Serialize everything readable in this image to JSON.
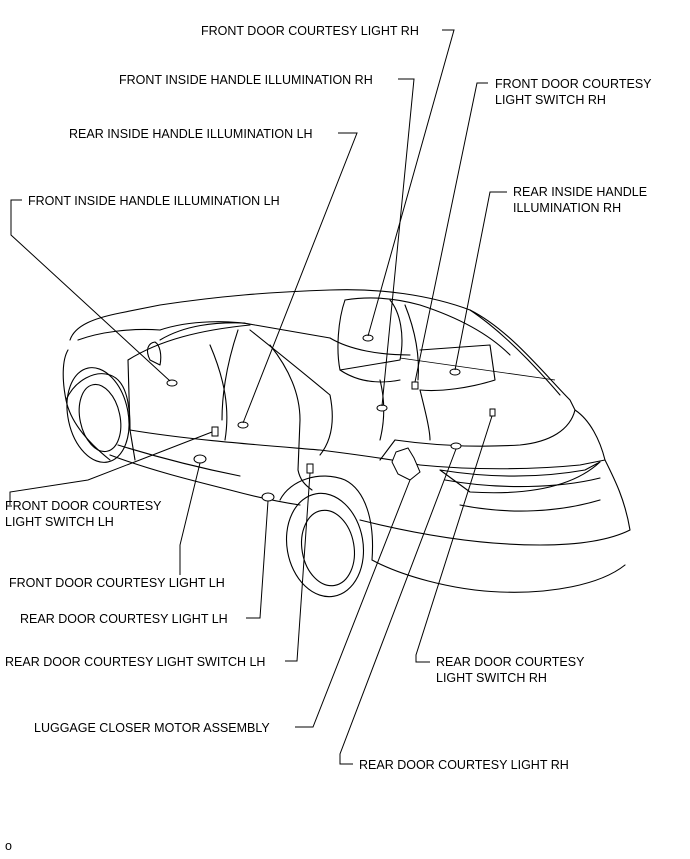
{
  "labels": {
    "front_door_courtesy_light_rh": "FRONT DOOR COURTESY LIGHT RH",
    "front_inside_handle_illumination_rh": "FRONT INSIDE HANDLE ILLUMINATION RH",
    "front_door_courtesy_light_switch_rh": [
      "FRONT DOOR COURTESY",
      "LIGHT SWITCH RH"
    ],
    "rear_inside_handle_illumination_lh": "REAR INSIDE HANDLE ILLUMINATION LH",
    "front_inside_handle_illumination_lh": "FRONT INSIDE HANDLE ILLUMINATION LH",
    "rear_inside_handle_illumination_rh": [
      "REAR INSIDE HANDLE",
      "ILLUMINATION RH"
    ],
    "front_door_courtesy_light_switch_lh": [
      "FRONT DOOR COURTESY",
      "LIGHT SWITCH LH"
    ],
    "front_door_courtesy_light_lh": "FRONT DOOR COURTESY LIGHT LH",
    "rear_door_courtesy_light_lh": "REAR DOOR COURTESY LIGHT LH",
    "rear_door_courtesy_light_switch_lh": "REAR DOOR COURTESY LIGHT SWITCH LH",
    "rear_door_courtesy_light_switch_rh": [
      "REAR DOOR COURTESY",
      "LIGHT SWITCH RH"
    ],
    "luggage_closer_motor_assembly": "LUGGAGE CLOSER MOTOR ASSEMBLY",
    "rear_door_courtesy_light_rh": "REAR DOOR COURTESY LIGHT RH"
  },
  "footer_code": "o"
}
